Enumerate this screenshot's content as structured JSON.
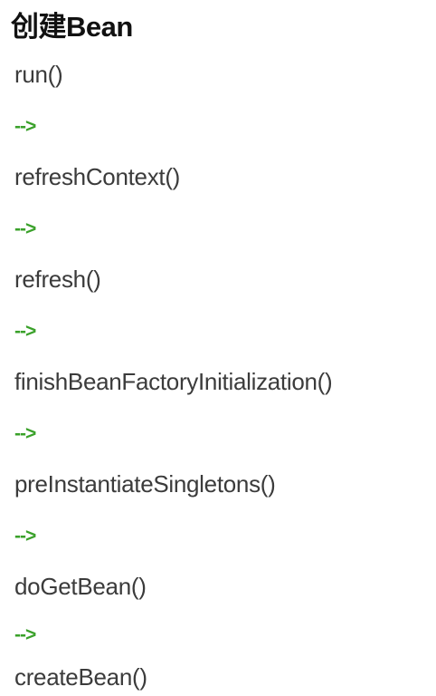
{
  "title": "创建Bean",
  "call_chain": [
    "run()",
    "refreshContext()",
    "refresh()",
    "finishBeanFactoryInitialization()",
    "preInstantiateSingletons()",
    "doGetBean()",
    "createBean()"
  ],
  "arrow": "-->",
  "colors": {
    "title": "#111111",
    "text": "#3b3b3b",
    "arrow": "#3aa12a",
    "background": "#ffffff"
  }
}
